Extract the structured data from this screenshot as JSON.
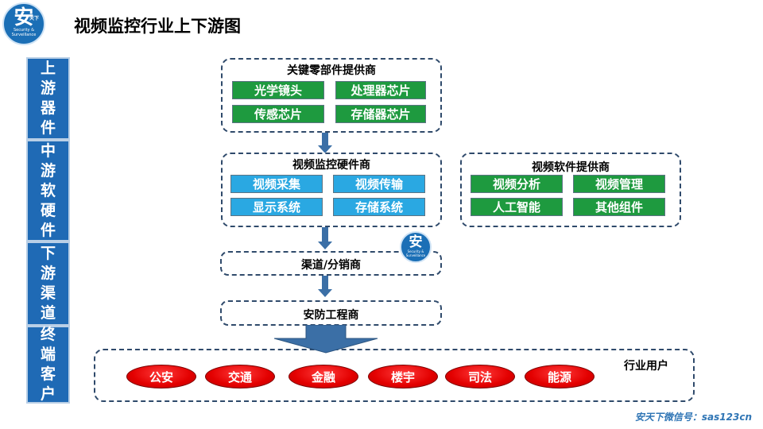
{
  "logo": {
    "main": "安",
    "tag": "天下",
    "sub_line1": "Security &",
    "sub_line2": "Surveillance"
  },
  "title": "视频监控行业上下游图",
  "stages": [
    {
      "label": "上游器件"
    },
    {
      "label": "中游软硬件"
    },
    {
      "label": "下游渠道"
    },
    {
      "label": "终端客户"
    }
  ],
  "upstream": {
    "title": "关键零部件提供商",
    "items": [
      "光学镜头",
      "处理器芯片",
      "传感芯片",
      "存储器芯片"
    ]
  },
  "hardware": {
    "title": "视频监控硬件商",
    "items": [
      "视频采集",
      "视频传输",
      "显示系统",
      "存储系统"
    ]
  },
  "software": {
    "title": "视频软件提供商",
    "items": [
      "视频分析",
      "视频管理",
      "人工智能",
      "其他组件"
    ]
  },
  "channel": {
    "title": "渠道/分销商"
  },
  "integrator": {
    "title": "安防工程商"
  },
  "users": {
    "title": "行业用户",
    "items": [
      "公安",
      "交通",
      "金融",
      "楼宇",
      "司法",
      "能源"
    ]
  },
  "colors": {
    "stage_blue": "#1f6ab5",
    "green": "#1e9a3f",
    "light_blue": "#2aa8e2",
    "red": "#e30000",
    "arrow": "#3b6fa6"
  },
  "footer": "安天下微信号：sas123cn"
}
